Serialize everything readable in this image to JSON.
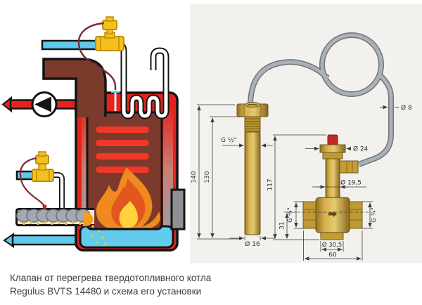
{
  "caption": {
    "line1": "Клапан от перегрева твердотопливного котла",
    "line2": "Regulus BVTS 14480 и схема его установки"
  },
  "drawing": {
    "dims": {
      "probe_total_length": "140",
      "probe_insert_length": "130",
      "probe_thread": "G ½\"",
      "probe_diameter": "Ø 16",
      "valve_height": "117",
      "valve_lower_height": "31",
      "left_port_thread": "G ¾\"",
      "right_port_thread": "G ¾\"",
      "head_diameter": "Ø 24",
      "neck_diameter": "Ø 19,5",
      "outlet_diameter": "Ø 30,5",
      "body_width": "60",
      "capillary_diameter": "Ø 8"
    },
    "colors": {
      "brass": "#c9a23c",
      "capillary_tube": "#abb1b6",
      "safety_cap_red": "#c22a28",
      "panel_background": "#f2f1ee"
    }
  },
  "schematic": {
    "colors": {
      "hot_water_red": "#e6221c",
      "cold_water_cyan": "#5ec9ea",
      "flue_brown": "#7b3a2b",
      "valve_brass_yellow": "#f2c11e",
      "capillary_maroon": "#7f2b36",
      "flame_outer": "#f08a1e",
      "flame_core": "#ffd23e"
    }
  }
}
